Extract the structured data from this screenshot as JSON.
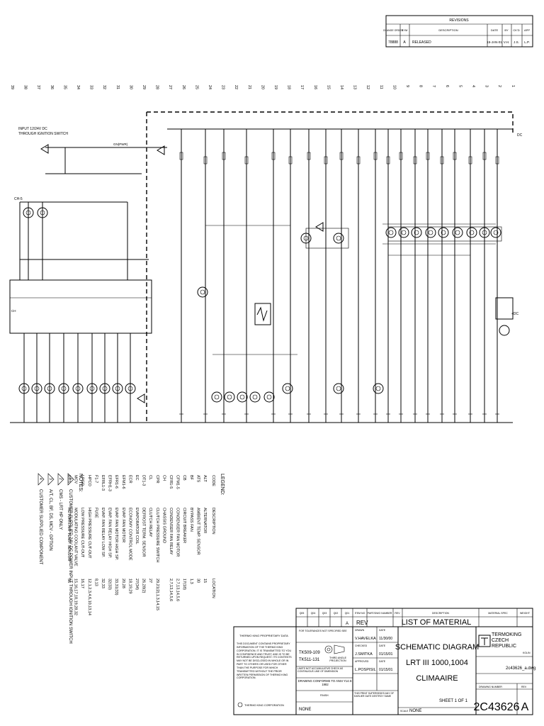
{
  "revisions": {
    "title": "REVISIONS",
    "headers": [
      "CHANGE ORDER",
      "SYM",
      "DESCRIPTION",
      "DATE",
      "BY",
      "CK'D",
      "APP"
    ],
    "row": [
      "78888",
      "A",
      "RELEASED",
      "15-JAN-01",
      "V.H.",
      "J.S.",
      "L.P."
    ]
  },
  "grid_numbers": [
    "39",
    "38",
    "37",
    "36",
    "35",
    "34",
    "33",
    "32",
    "31",
    "30",
    "29",
    "28",
    "27",
    "26",
    "25",
    "24",
    "23",
    "22",
    "21",
    "20",
    "19",
    "18",
    "17",
    "16",
    "15",
    "14",
    "13",
    "12",
    "11",
    "10",
    "9",
    "8",
    "7",
    "6",
    "5",
    "4",
    "3",
    "2",
    "1"
  ],
  "input_note": [
    "INPUT 12/24V DC",
    "THROUGH IGNITION SWITCH"
  ],
  "labels": {
    "dc_top": "DC",
    "ch5": "CH-5",
    "gnd_ch": "CH",
    "plus_dc": "+DC",
    "gn_pwr": "GN(PWR)"
  },
  "legend": {
    "title": "LEGEND:",
    "headers": [
      "CODE",
      "DESCRIPTION",
      "LOCATION"
    ],
    "rows": [
      [
        "ALT",
        "ALTERNATOR",
        "15"
      ],
      [
        "ATS",
        "AMBIENT TEMP. SENSOR",
        "30"
      ],
      [
        "BF",
        "BYPASS FAN",
        "1,3"
      ],
      [
        "CB",
        "CIRCUIT BREAKER",
        "17(18)"
      ],
      [
        "CFM1-5",
        "CONDENSER FAN MOTOR",
        "2,7,13,14,5,6"
      ],
      [
        "CFR1-5",
        "CONDENSER FAN RELAY",
        "2,7,13,14,5,6"
      ],
      [
        "CH",
        "CHASSIS GROUND",
        ""
      ],
      [
        "CPR",
        "CLUTCH PRESSURE SWITCH",
        "29,21(2),1,3,14,15"
      ],
      [
        "CL",
        "CLUTCH RELAY",
        "27"
      ],
      [
        "DT1-3",
        "DEFROST TERM. SENSOR",
        "26,28(2)"
      ],
      [
        "EC",
        "EVAPORATOR COIL",
        "27(34)"
      ],
      [
        "ECR",
        "ECONOMY CONTROL MODE",
        "18,19,29"
      ],
      [
        "EFM1-6",
        "EVAP. FAN MOTOR",
        "20,28"
      ],
      [
        "EFR1-6",
        "EVAP. FAN MOTOR HIGH SP.",
        "33,31(33)"
      ],
      [
        "EFRH1-3",
        "EVAP. FAN RELAY HIGH SP.",
        "32(33)"
      ],
      [
        "EFRL1-3",
        "EVAP. FAN RELAY LOW SP.",
        "32,33"
      ],
      [
        "F1-7",
        "FUSE",
        "8,13"
      ],
      [
        "HPCO",
        "HIGH PRESSURE CUT-OUT",
        "12,1,2,3,4,6,10,13,14"
      ],
      [
        "LPCO",
        "LOW PRESSURE CUT-OUT",
        "16,17"
      ],
      [
        "MCV",
        "MODULATING COOLANT VALVE",
        "15,16,17,18,19,28,32"
      ],
      [
        "RTS",
        "RETURN AIR TEMP. SENSOR",
        "36"
      ]
    ]
  },
  "notes": {
    "title": "NOTES:",
    "items": [
      {
        "num": "1",
        "text": "CUSTOMER SUPPLIED 24V DC POWER INPUT THROUGH IGNITION SWITCH"
      },
      {
        "num": "2",
        "text": "CMS - LRT HP ONLY"
      },
      {
        "num": "3",
        "text": "A/T, CL, BF, DS, MCV - OPTION"
      },
      {
        "num": "4",
        "text": "CUSTOMER SUPPLIED COMPONENT"
      }
    ]
  },
  "bom": {
    "headers": [
      "Q05",
      "Q04",
      "Q03",
      "Q02",
      "Q01",
      "ITEM NO",
      "PART/DWG NUMBER",
      "REV",
      "DESCRIPTION",
      "MATERIAL SPEC",
      "WEIGHT"
    ],
    "rev_col": "REV",
    "row_item": "A",
    "list_title": "LIST OF MATERIAL"
  },
  "title_block": {
    "proprietary_heading": "THERMO KING PROPRIETARY DATA",
    "proprietary_text": "THIS DOCUMENT CONTAINS PROPRIETARY INFORMATION OF THE THERMO KING CORPORATION. IT IS TRANSMITTED TO YOU IN CONFIDENCE AND TRUST, AND IS TO BE RETURNED UPON REQUEST. ITS CONTENTS MAY NOT BE DISCLOSED IN WHOLE OR IN PART TO OTHERS OR USED FOR OTHER THAN THE PURPOSE FOR WHICH TRANSMITTED WITHOUT THE PRIOR WRITTEN PERMISSION OF THERMO KING CORPORATION.",
    "company": "THERMO KING CORPORATION",
    "tolerance_heading": "FOR TOLERANCES NOT SPECIFIED SEE",
    "tolerance_specs": [
      "TK509-109",
      "TK511-131"
    ],
    "projection": "THIRD ANGLE PROJECTION",
    "limits_note": "LIMITS NOT ACCUMULATIVE CHECK AS CONTINUOUS LINE OF DIMENSION",
    "drawing_conform": "DRAWING CONFORMS TO ANSI Y14.5-1982",
    "finish_label": "FINISH",
    "finish_value": "NONE",
    "drawn_label": "DRAWN",
    "drawn_by": "V.HAVELKA",
    "drawn_date": "11/30/00",
    "checked_label": "CHECKED",
    "checked_by": "J.SMITKA",
    "checked_date": "01/15/01",
    "approved_label": "APPROVED",
    "approved_by": "L.POSPISIL",
    "approved_date": "01/15/01",
    "date_label": "DATE",
    "print_note": "THIS PRINT SUPERSEDES ANY OF EARLIER DATE DESTROY SAME",
    "scale_label": "SCALE",
    "scale_value": "NONE",
    "title_lines": [
      "SCHEMATIC DIAGRAM",
      "LRT III 1000,1004",
      "CLIMAAIRE"
    ],
    "sheet": "SHEET 1 OF 1",
    "company_name": "TERMOKING CZECH REPUBLIC",
    "company_city": "KOLIN",
    "cad_file": "2c43626_a.dwg",
    "drawing_number_label": "DRAWING NUMBER",
    "rev_label": "REV",
    "drawing_number": "2C43626",
    "rev_value": "A"
  }
}
